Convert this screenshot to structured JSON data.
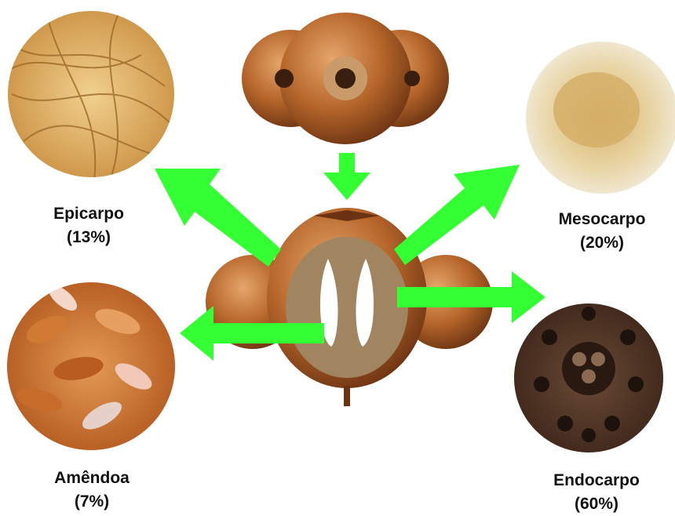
{
  "components": [
    {
      "id": "epicarpo",
      "name": "Epicarpo",
      "percent": "(13%)"
    },
    {
      "id": "mesocarpo",
      "name": "Mesocarpo",
      "percent": "(20%)"
    },
    {
      "id": "amendoa",
      "name": "Amêndoa",
      "percent": "(7%)"
    },
    {
      "id": "endocarpo",
      "name": "Endocarpo",
      "percent": "(60%)"
    }
  ],
  "colors": {
    "arrow": "#33ff33",
    "fruit_peel": "#b5652a",
    "fruit_dark": "#6b3312",
    "cross_section": "#a08560",
    "kernel": "#ffffff",
    "fiber": "#d7a85a",
    "powder": "#e2c98a",
    "nut": "#c8702a",
    "endocarp": "#4a2c1c"
  }
}
